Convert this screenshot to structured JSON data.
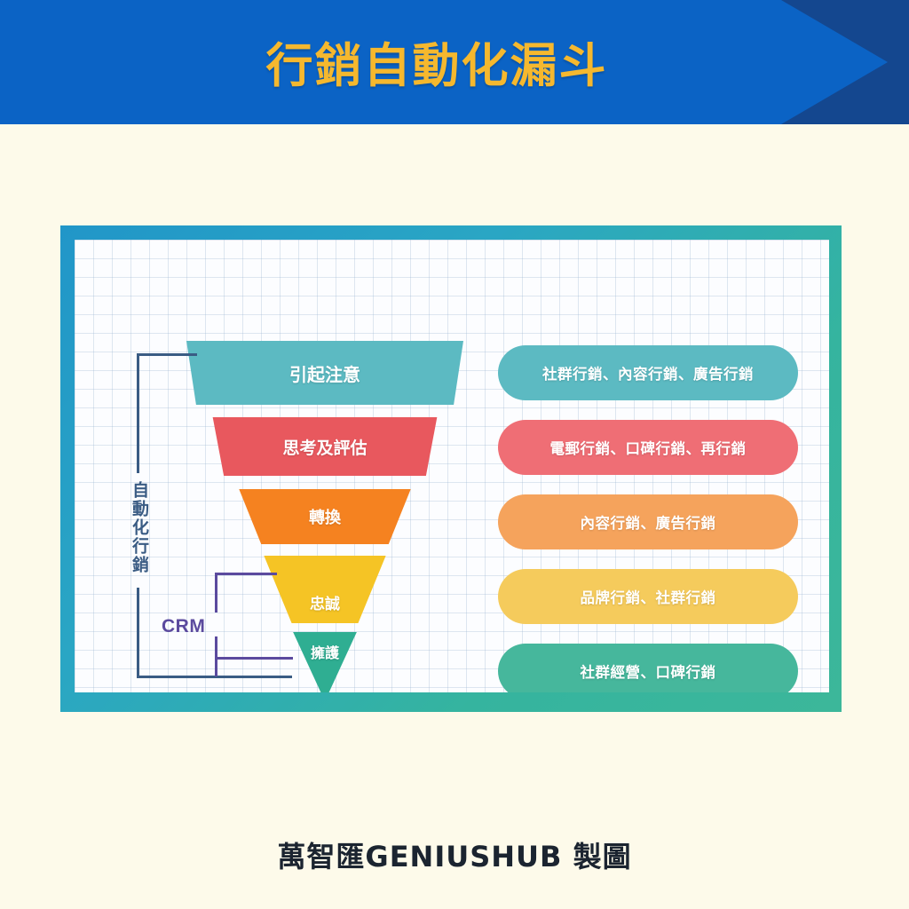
{
  "header": {
    "title": "行銷自動化漏斗",
    "bg_color": "#0b63c5",
    "bg_dark_color": "#14478f",
    "title_color": "#f5b82e"
  },
  "page": {
    "background_color": "#fdfaea"
  },
  "card": {
    "border_gradient_from": "#2196c8",
    "border_gradient_to": "#3cb79a",
    "panel_color": "#fcfdff"
  },
  "funnel": {
    "stages": [
      {
        "label": "引起注意",
        "color": "#5cbac2"
      },
      {
        "label": "思考及評估",
        "color": "#e8585e"
      },
      {
        "label": "轉換",
        "color": "#f58220"
      },
      {
        "label": "忠誠",
        "color": "#f5c425"
      },
      {
        "label": "擁護",
        "color": "#2fae92"
      }
    ]
  },
  "channels": {
    "pills": [
      {
        "label": "社群行銷、內容行銷、廣告行銷",
        "color": "#5cbac2"
      },
      {
        "label": "電郵行銷、口碑行銷、再行銷",
        "color": "#ef6e75"
      },
      {
        "label": "內容行銷、廣告行銷",
        "color": "#f5a35c"
      },
      {
        "label": "品牌行銷、社群行銷",
        "color": "#f5cb5c"
      },
      {
        "label": "社群經營、口碑行銷",
        "color": "#46b79c"
      }
    ]
  },
  "brackets": {
    "automation": {
      "label": "自動化行銷",
      "color": "#3a5c84"
    },
    "crm": {
      "label": "CRM",
      "color": "#5b4a9e"
    }
  },
  "footer": {
    "credit": "萬智匯GENIUSHUB 製圖"
  }
}
